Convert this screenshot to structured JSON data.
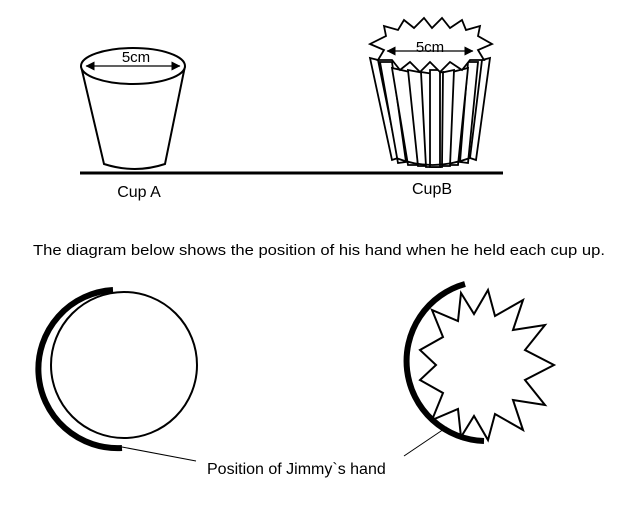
{
  "cup_a": {
    "label": "Cup A",
    "width_label": "5cm"
  },
  "cup_b": {
    "label": "CupB",
    "width_label": "5cm"
  },
  "caption": "The diagram below shows the position of his hand when he held each cup up.",
  "hand_label": "Position of Jimmy`s hand",
  "colors": {
    "ink": "#000000",
    "background": "#ffffff"
  }
}
